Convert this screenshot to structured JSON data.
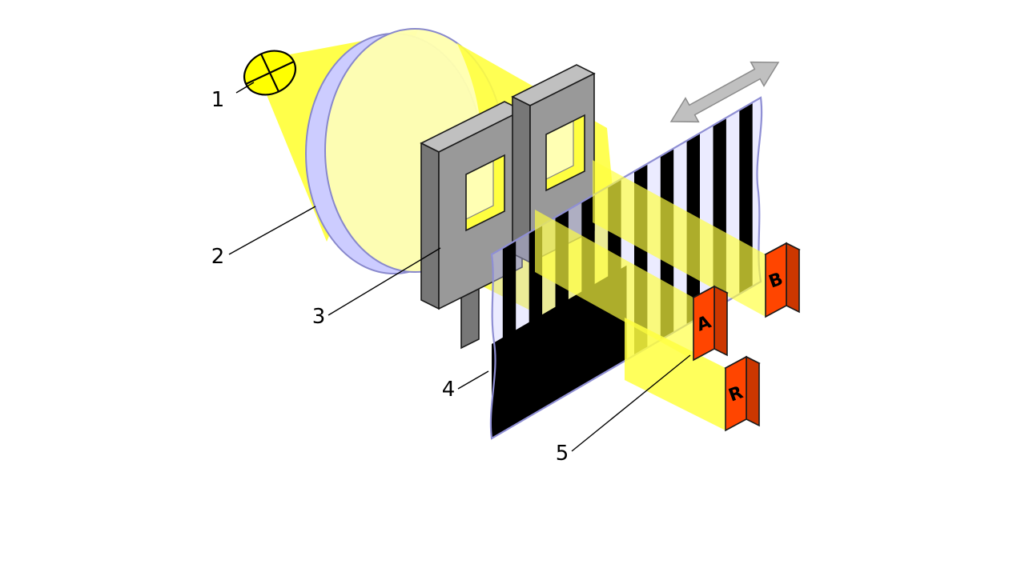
{
  "figure": {
    "labels": {
      "part1": "1",
      "part2": "2",
      "part3": "3",
      "part4": "4",
      "part5": "5"
    },
    "detectors": {
      "a": "A",
      "b": "B",
      "r": "R"
    },
    "colors": {
      "light": "#ffff00",
      "beam": "#ffff40",
      "beam_soft": "#ffffb0",
      "lens_rim": "#ccccff",
      "film": "#ccccff",
      "stripe": "#000000",
      "mask_front": "#999999",
      "mask_top": "#c0c0c0",
      "mask_side": "#777777",
      "window_back": "#ffffb3",
      "detector_front": "#ff4500",
      "detector_top": "#ff8c5a",
      "detector_side": "#cc3700",
      "arrow": "#c0c0c0"
    }
  }
}
